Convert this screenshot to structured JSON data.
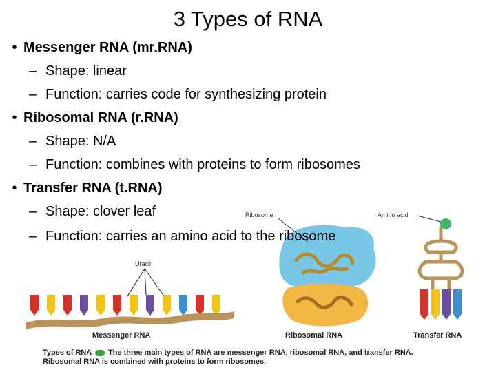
{
  "title": "3 Types of RNA",
  "bullets": [
    {
      "label": "Messenger RNA (mr.RNA)",
      "shape": "Shape: linear",
      "function": "Function: carries code for synthesizing protein"
    },
    {
      "label": "Ribosomal RNA (r.RNA)",
      "shape": "Shape: N/A",
      "function": "Function: combines with proteins to form ribosomes"
    },
    {
      "label": "Transfer RNA (t.RNA)",
      "shape": "Shape: clover leaf",
      "function": "Function: carries an amino acid to the ribosome"
    }
  ],
  "bullet_mark": "•",
  "sub_mark": "–",
  "figure": {
    "uracil_label": "Uracil",
    "ribosome_label": "Ribosome",
    "amino_acid_label": "Amino acid",
    "messenger_label": "Messenger RNA",
    "ribosomal_label": "Ribosomal RNA",
    "transfer_label": "Transfer RNA"
  },
  "caption": {
    "title": "Types of RNA",
    "text": "The three main types of RNA are messenger RNA, ribosomal RNA, and transfer RNA. Ribosomal RNA is combined with proteins to form ribosomes."
  },
  "colors": {
    "backbone": "#b9935a",
    "base_red": "#d6322b",
    "base_yellow": "#f2c418",
    "base_purple": "#6a4fa3",
    "base_blue": "#3d8fd0",
    "ribosome_blue": "#79c7e6",
    "ribosome_orange": "#f5b744",
    "amino_green": "#3fb56a"
  }
}
